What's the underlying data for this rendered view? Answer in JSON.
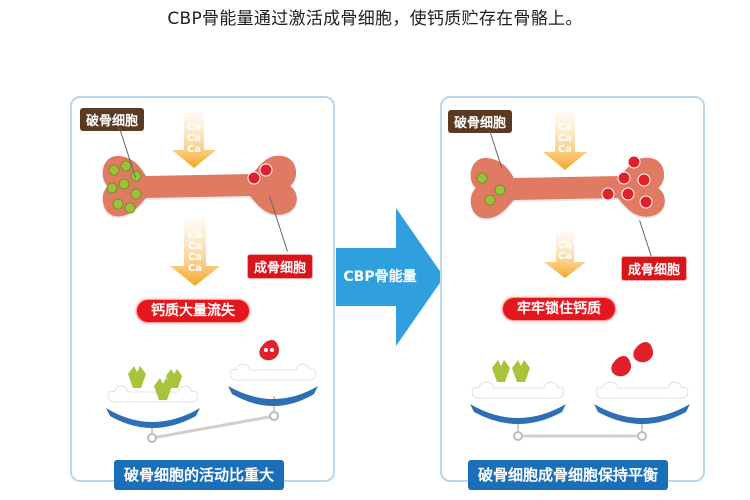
{
  "headline": "CBP骨能量通过激活成骨细胞，使钙质贮存在骨骼上。",
  "center_arrow": {
    "label": "CBP骨能量",
    "color": "#2fa0dd"
  },
  "colors": {
    "panel_border": "#b9d6ea",
    "osteoclast_tag": "#5a3a22",
    "osteoblast_tag": "#d9151c",
    "status_pill": "#e3171d",
    "footer_label": "#1b6fb8",
    "ca_arrow": "#f5a623",
    "bone": "#e07a62",
    "osteoclast_cell": "#9cc23a",
    "osteoblast_cell": "#e0202a"
  },
  "panels": {
    "left": {
      "osteoclast_tag": "破骨细胞",
      "osteoblast_tag": "成骨细胞",
      "ca_top": [
        "Ca",
        "Ca",
        "Ca"
      ],
      "ca_bottom": [
        "Ca",
        "Ca",
        "Ca",
        "Ca"
      ],
      "status": "钙质大量流失",
      "balance_state": "tilted-left",
      "footer": "破骨细胞的活动比重大"
    },
    "right": {
      "osteoclast_tag": "破骨细胞",
      "osteoblast_tag": "成骨细胞",
      "ca_top": [
        "Ca",
        "Ca",
        "Ca"
      ],
      "ca_bottom": [
        "Ca",
        "Ca"
      ],
      "status": "牢牢锁住钙质",
      "balance_state": "level",
      "footer": "破骨细胞成骨细胞保持平衡"
    }
  }
}
